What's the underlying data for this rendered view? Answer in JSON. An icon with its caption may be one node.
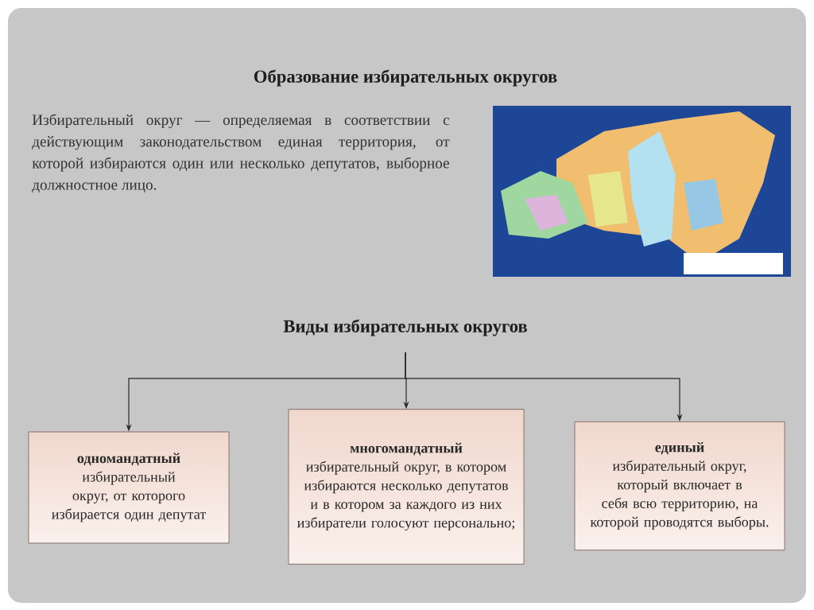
{
  "diagram": {
    "title": "Образование избирательных округов",
    "nodes": [
      {
        "text": [
          "Виды избирательных округов"
        ]
      },
      {
        "text": [
          "одномандатный",
          "избирательный округ, от которого избирается один депутат"
        ]
      },
      {
        "text": [
          "многомандатный",
          "избирательный округ, в котором избираются несколько депутатов и в котором за каждого из них избиратели голосуют персонально;"
        ]
      },
      {
        "text": [
          "единый",
          "избирательный округ, который включает в себя всю территорию, на которой проводятся выборы."
        ]
      }
    ],
    "edges": [
      {
        "from": 0,
        "to": 1,
        "arrow": "to"
      },
      {
        "from": 0,
        "to": 2,
        "arrow": "to"
      },
      {
        "from": 0,
        "to": 3,
        "arrow": "to"
      }
    ],
    "labels": [
      "Избирательный округ — определяемая в соответствии с действующим законодательством единая территория, от которой избираются один или несколько депутатов, выборное должностное лицо."
    ]
  }
}
